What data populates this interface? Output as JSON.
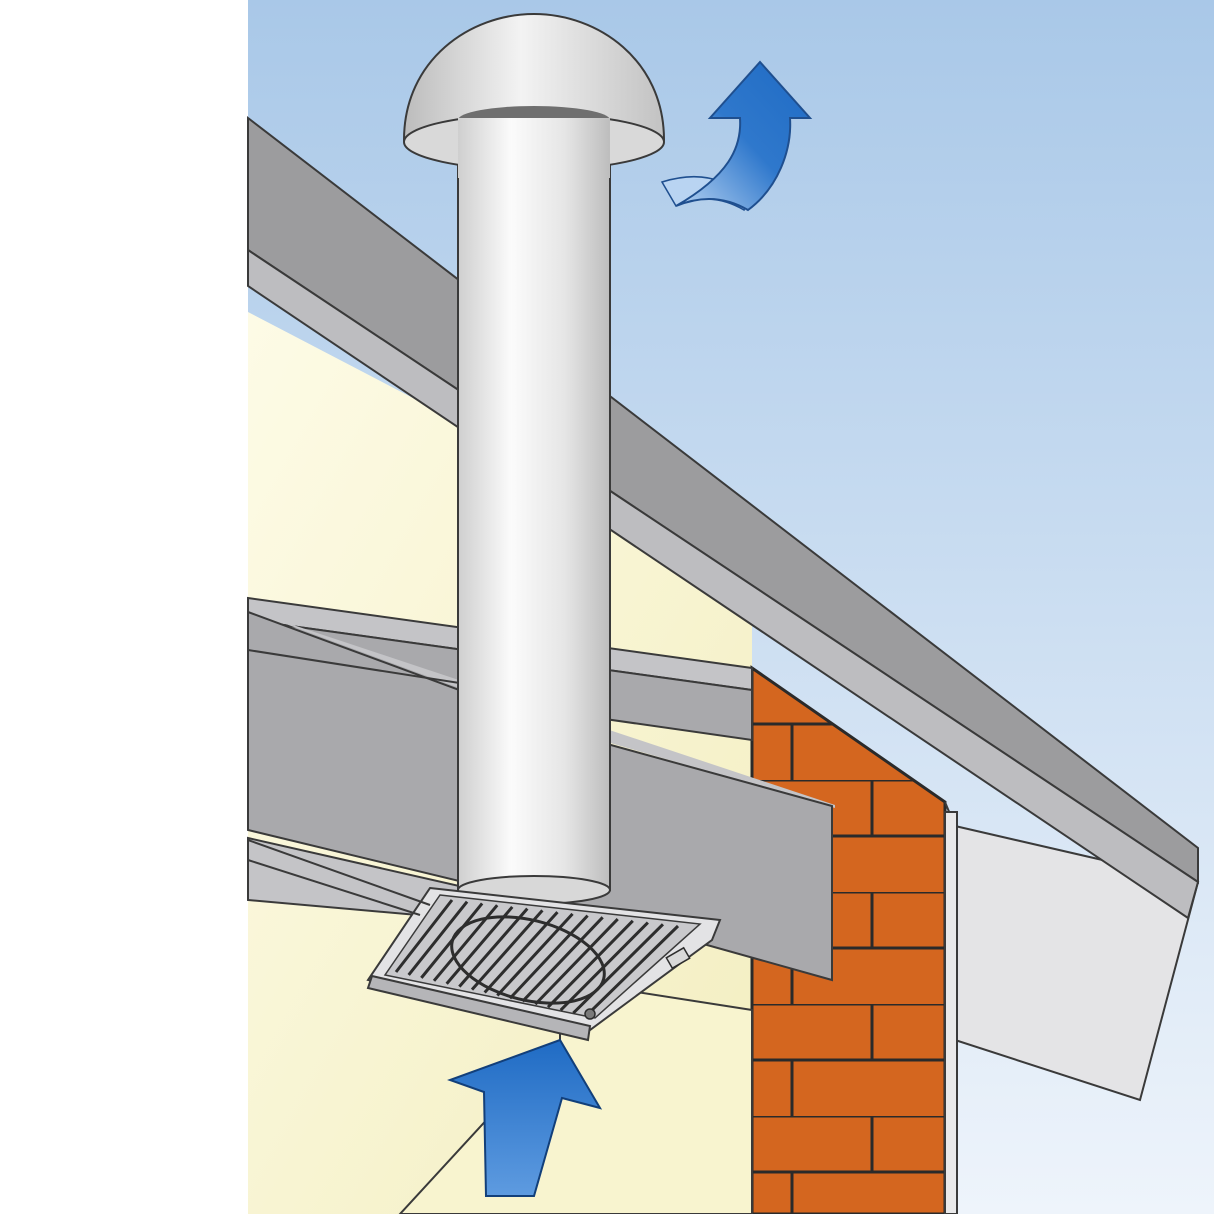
{
  "diagram": {
    "elements": [
      "sky",
      "roof",
      "vent-pipe",
      "mushroom-vent-cap",
      "ceiling-vent-grille",
      "ceiling-joists",
      "brick-wall",
      "airflow-exhaust-arrow",
      "airflow-intake-arrow"
    ],
    "labels": []
  },
  "colors": {
    "sky_top": "#a9c8e8",
    "sky_bottom": "#eef4fb",
    "roof_top": "#9c9c9e",
    "roof_front": "#bdbdc0",
    "soffit": "#e4e4e6",
    "interior_wall": "#f8f4cf",
    "interior_wall_light": "#fdfbe6",
    "joist": "#a9a9ac",
    "joist_top": "#c4c4c7",
    "pipe_light": "#f6f6f6",
    "pipe_shadow": "#bdbdbd",
    "brick": "#d4661f",
    "mortar": "#2a2a2a",
    "arrow_blue": "#1f6bc4",
    "arrow_light": "#8fbbe9",
    "outline": "#3a3a3a"
  }
}
